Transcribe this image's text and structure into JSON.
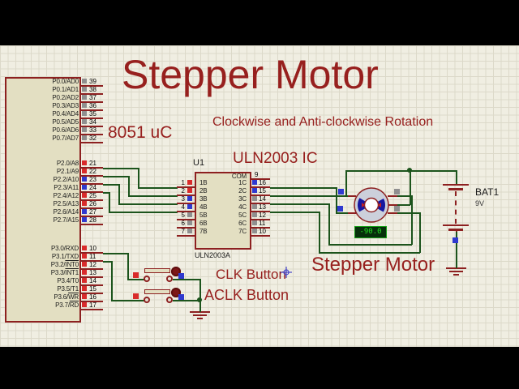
{
  "title": {
    "main": "Stepper Motor",
    "subtitle": "Clockwise and Anti-clockwise Rotation"
  },
  "annotations": {
    "mcu_label": "8051 uC",
    "uln_label": "ULN2003 IC",
    "motor_label": "Stepper Motor",
    "clk_label": "CLK Button",
    "aclk_label": "ACLK Button"
  },
  "mcu": {
    "p0_pins": [
      {
        "num": "39",
        "label": "P0.0/AD0",
        "state": "gray"
      },
      {
        "num": "38",
        "label": "P0.1/AD1",
        "state": "gray"
      },
      {
        "num": "37",
        "label": "P0.2/AD2",
        "state": "gray"
      },
      {
        "num": "36",
        "label": "P0.3/AD3",
        "state": "gray"
      },
      {
        "num": "35",
        "label": "P0.4/AD4",
        "state": "gray"
      },
      {
        "num": "34",
        "label": "P0.5/AD5",
        "state": "gray"
      },
      {
        "num": "33",
        "label": "P0.6/AD6",
        "state": "gray"
      },
      {
        "num": "32",
        "label": "P0.7/AD7",
        "state": "gray"
      }
    ],
    "p2_pins": [
      {
        "num": "21",
        "label": "P2.0/A8",
        "state": "red"
      },
      {
        "num": "22",
        "label": "P2.1/A9",
        "state": "red"
      },
      {
        "num": "23",
        "label": "P2.2/A10",
        "state": "blue"
      },
      {
        "num": "24",
        "label": "P2.3/A11",
        "state": "blue"
      },
      {
        "num": "25",
        "label": "P2.4/A12",
        "state": "red"
      },
      {
        "num": "26",
        "label": "P2.5/A13",
        "state": "red"
      },
      {
        "num": "27",
        "label": "P2.6/A14",
        "state": "blue"
      },
      {
        "num": "28",
        "label": "P2.7/A15",
        "state": "blue"
      }
    ],
    "p3_pins": [
      {
        "num": "10",
        "label": "P3.0/RXD",
        "over": "",
        "state": "red"
      },
      {
        "num": "11",
        "label": "P3.1/TXD",
        "over": "",
        "state": "red"
      },
      {
        "num": "12",
        "label": "P3.2/",
        "over": "INT0",
        "state": "red"
      },
      {
        "num": "13",
        "label": "P3.3/",
        "over": "INT1",
        "state": "red"
      },
      {
        "num": "14",
        "label": "P3.4/T0",
        "over": "",
        "state": "red"
      },
      {
        "num": "15",
        "label": "P3.5/T1",
        "over": "",
        "state": "red"
      },
      {
        "num": "16",
        "label": "P3.6/",
        "over": "WR",
        "state": "red"
      },
      {
        "num": "17",
        "label": "P3.7/",
        "over": "RD",
        "state": "red"
      }
    ]
  },
  "uln": {
    "ref": "U1",
    "part": "ULN2003A",
    "com_pin_num": "9",
    "com_label": "COM",
    "left_pins": [
      {
        "num": "1",
        "label": "1B",
        "state": "red"
      },
      {
        "num": "2",
        "label": "2B",
        "state": "red"
      },
      {
        "num": "3",
        "label": "3B",
        "state": "blue"
      },
      {
        "num": "4",
        "label": "4B",
        "state": "blue"
      },
      {
        "num": "5",
        "label": "5B",
        "state": "gray"
      },
      {
        "num": "6",
        "label": "6B",
        "state": "gray"
      },
      {
        "num": "7",
        "label": "7B",
        "state": "gray"
      }
    ],
    "right_pins": [
      {
        "num": "16",
        "label": "1C",
        "state": "blue"
      },
      {
        "num": "15",
        "label": "2C",
        "state": "blue"
      },
      {
        "num": "14",
        "label": "3C",
        "state": "gray"
      },
      {
        "num": "13",
        "label": "4C",
        "state": "gray"
      },
      {
        "num": "12",
        "label": "5C",
        "state": "gray"
      },
      {
        "num": "11",
        "label": "6C",
        "state": "gray"
      },
      {
        "num": "10",
        "label": "7C",
        "state": "gray"
      }
    ]
  },
  "motor": {
    "angle": "-90.0"
  },
  "battery": {
    "ref": "BAT1",
    "value": "9V"
  },
  "colors": {
    "annotation_red": "#97201e",
    "wire_green": "#1c541c",
    "component_red": "#8d2020",
    "chip_fill": "#e3dfc2",
    "grid_bg": "#f0eee2",
    "state_red": "#d92b2b",
    "state_blue": "#2f39cf",
    "state_gray": "#8f8f8f",
    "display_text_green": "#25e025",
    "motor_coil_blue": "#1717a0"
  }
}
